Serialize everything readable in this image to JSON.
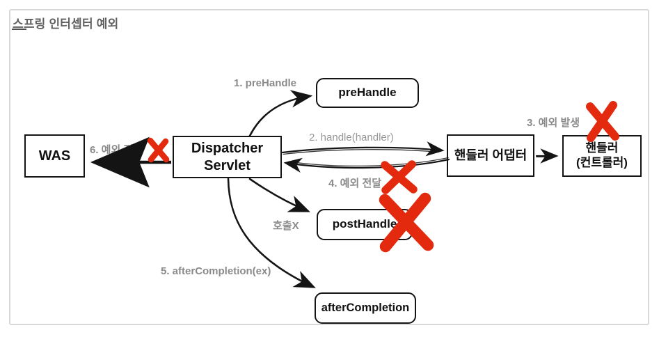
{
  "diagram": {
    "title": "스프링 인터셉터 예외",
    "colors": {
      "red_x": "#e3290e",
      "arrow_black": "#141414",
      "label_gray": "#8a8a8a",
      "frame_border": "#d9d9d9"
    },
    "nodes": {
      "was": {
        "label": "WAS"
      },
      "dispatcher": {
        "line1": "Dispatcher",
        "line2": "Servlet"
      },
      "prehandle": {
        "label": "preHandle"
      },
      "handler_adapter": {
        "label": "핸들러 어댑터"
      },
      "handler": {
        "line1": "핸들러",
        "line2": "(컨트롤러)"
      },
      "posthandle": {
        "label": "postHandle"
      },
      "aftercompletion": {
        "label": "afterCompletion"
      }
    },
    "edge_labels": {
      "step1": "1. preHandle",
      "step2": "2. handle(handler)",
      "step3": "3. 예외 발생",
      "step4": "4. 예외 전달",
      "step5": "5. afterCompletion(ex)",
      "step6": "6. 예외 전달",
      "no_call": "호출X"
    }
  }
}
